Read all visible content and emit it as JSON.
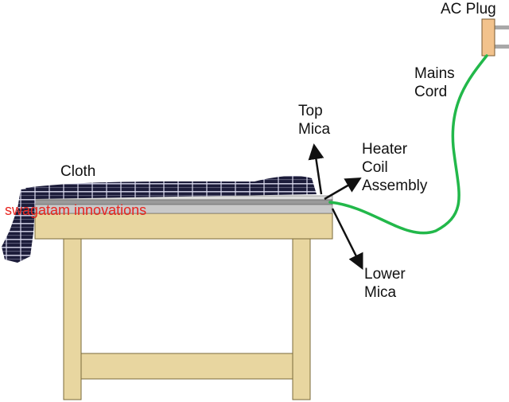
{
  "labels": {
    "ac_plug": "AC Plug",
    "mains_cord": "Mains\nCord",
    "top_mica": "Top\nMica",
    "heater_coil": "Heater\nCoil\nAssembly",
    "cloth": "Cloth",
    "lower_mica": "Lower\nMica"
  },
  "watermark": {
    "text": "swagatam innovations",
    "color": "#e8251f"
  },
  "colors": {
    "wood": "#e8d6a0",
    "wood_edge": "#7a6a3a",
    "cord": "#22b84a",
    "plug": "#f2c28c",
    "plug_pin": "#a8a8a8",
    "plate": "#9a9a9a",
    "cloth": "#1c1c3a",
    "cloth_grid": "#dcdcf0",
    "arrow": "#111111"
  }
}
